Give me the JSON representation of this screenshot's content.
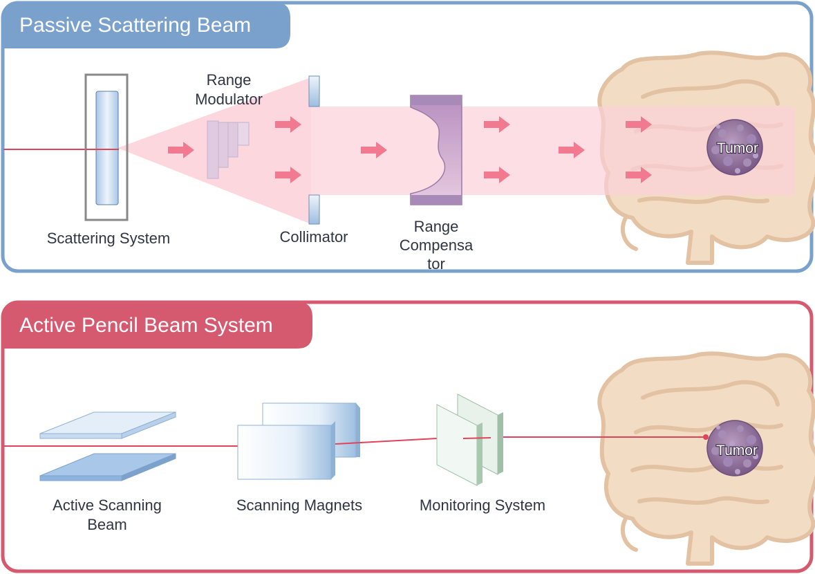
{
  "passive": {
    "title": "Passive Scattering Beam",
    "color": "#7aa1cc",
    "labels": {
      "scattering_system": "Scattering System",
      "range_modulator": [
        "Range",
        "Modulator"
      ],
      "collimator": "Collimator",
      "range_compensator": [
        "Range",
        "Compensa",
        "tor"
      ],
      "tumor": "Tumor"
    }
  },
  "active": {
    "title": "Active Pencil Beam System",
    "color": "#d55a70",
    "labels": {
      "active_scanning_beam": [
        "Active Scanning",
        "Beam"
      ],
      "scanning_magnets": "Scanning Magnets",
      "monitoring_system": "Monitoring System",
      "tumor": "Tumor"
    }
  },
  "colors": {
    "beam_line": "#e0435a",
    "beam_fill": "#fbd0d8",
    "arrow": "#f27a90",
    "organ": "#f2dcc4",
    "organ_stroke": "#e2c2a2",
    "tumor": "#8e6e96"
  }
}
